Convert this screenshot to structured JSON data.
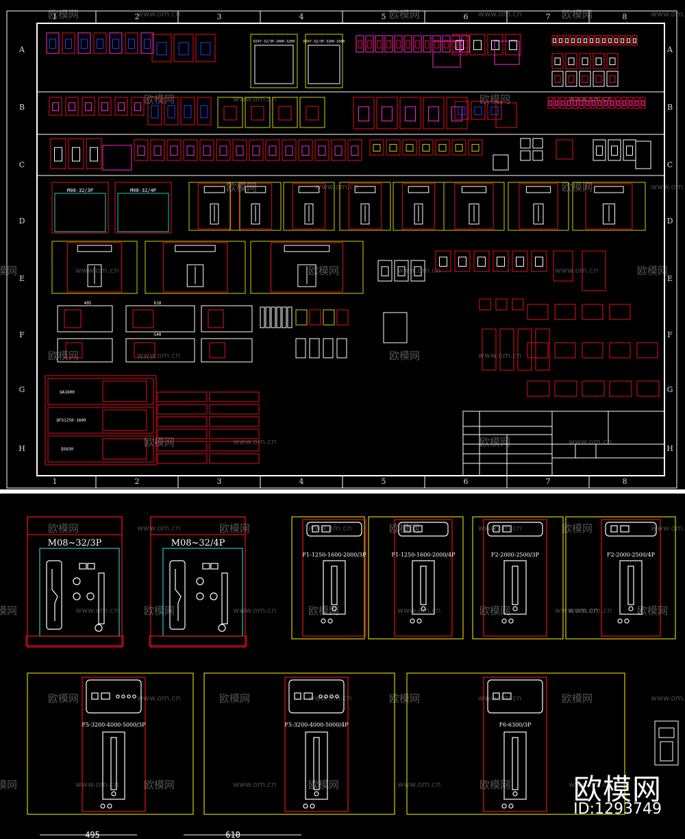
{
  "sheet": {
    "column_labels": [
      "1",
      "2",
      "3",
      "4",
      "5",
      "6",
      "7",
      "8"
    ],
    "row_labels": [
      "A",
      "B",
      "C",
      "D",
      "E",
      "F",
      "G",
      "H"
    ]
  },
  "colors": {
    "background": "#000000",
    "frame": "#ffffff",
    "red": "#e8101a",
    "yellow": "#d8d000",
    "magenta": "#ff2ad4",
    "cyan": "#28c8c8",
    "blue": "#2a3cff"
  },
  "top_labels": {
    "a_box_1": "DZ47-32/3P-2000-3200",
    "a_box_2": "DZ47-32/3P-3200-1600",
    "d_m08_3p": "M08-32/3P",
    "d_m08_4p": "M08-32/4P",
    "g_box_1": "QA1600",
    "g_box_2": "QFS1250-1600",
    "g_box_3": "QS630",
    "f_dim_1": "495",
    "f_dim_2": "610",
    "f_dim_3": "540"
  },
  "detail_panels": [
    {
      "label": "M08~32/3P",
      "icon": "breaker-switch-icon"
    },
    {
      "label": "M08~32/4P",
      "icon": "breaker-switch-icon"
    },
    {
      "label": "F1-1250-1600-2000/3P",
      "icon": "breaker-handle-icon"
    },
    {
      "label": "F1-1250-1600-2000/4P",
      "icon": "breaker-handle-icon"
    },
    {
      "label": "F2-2000-2500/3P",
      "icon": "breaker-handle-icon"
    },
    {
      "label": "F2-2000-2500/4P",
      "icon": "breaker-handle-icon"
    },
    {
      "label": "F5-3200-4000-5000/3P",
      "icon": "breaker-handle-icon"
    },
    {
      "label": "F5-3200-4000-5000/4P",
      "icon": "breaker-handle-icon"
    },
    {
      "label": "F6-6300/3P",
      "icon": "breaker-handle-icon"
    }
  ],
  "dimensions": {
    "left": "495",
    "right": "610"
  },
  "watermark": {
    "text": "欧模网",
    "site": "www.om.cn"
  },
  "brand": {
    "name": "欧模网",
    "id": "ID:1293749"
  }
}
